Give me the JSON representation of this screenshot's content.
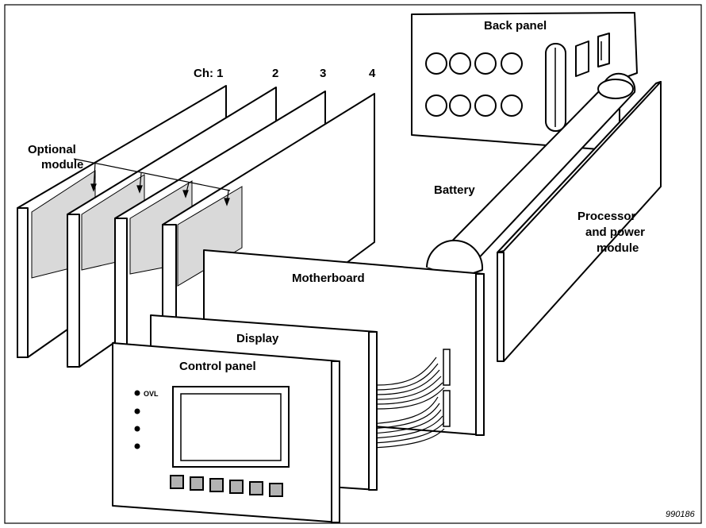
{
  "labels": {
    "back_panel": "Back panel",
    "ch": "Ch: 1",
    "ch2": "2",
    "ch3": "3",
    "ch4": "4",
    "optional_1": "Optional",
    "optional_2": "module",
    "battery": "Battery",
    "processor_1": "Processor",
    "processor_2": "and power",
    "processor_3": "module",
    "motherboard": "Motherboard",
    "display": "Display",
    "control_panel": "Control panel",
    "ovl": "OVL",
    "figure_id": "990186"
  },
  "colors": {
    "panel_fill": "#ffffff",
    "module_fill": "#d9d9d9",
    "button_fill": "#b3b3b3",
    "led_fill": "#000000",
    "line": "#000000"
  }
}
